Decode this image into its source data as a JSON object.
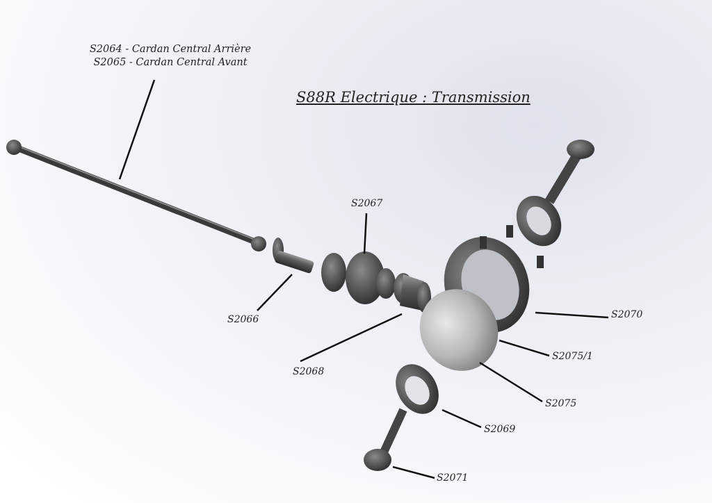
{
  "title": "S88R Electrique : Transmission",
  "header_lines": [
    "S2064 - Cardan Central Arrière",
    "S2065 - Cardan Central Avant"
  ],
  "labels": {
    "s2067": "S2067",
    "s2066": "S2066",
    "s2068": "S2068",
    "s2070": "S2070",
    "s2075_1": "S2075/1",
    "s2075": "S2075",
    "s2069": "S2069",
    "s2071": "S2071"
  }
}
